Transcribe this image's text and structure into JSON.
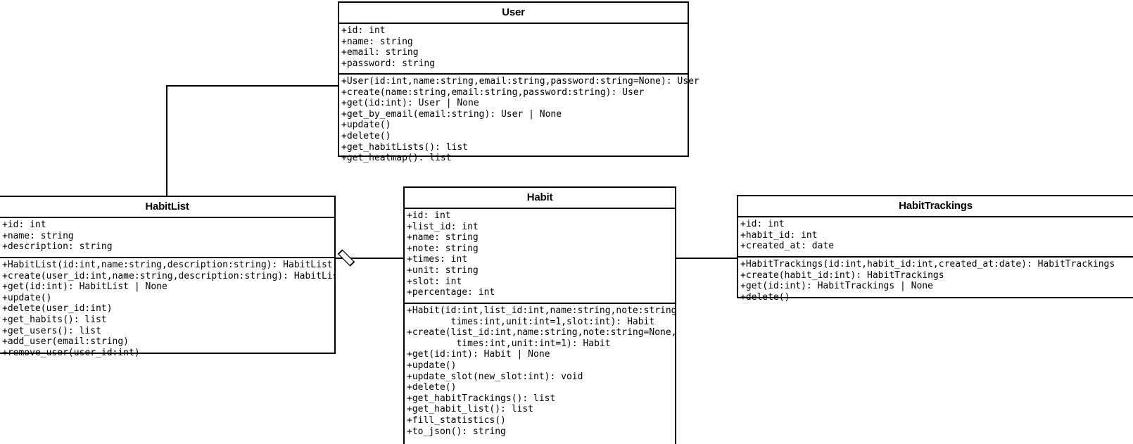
{
  "diagram": {
    "type": "uml-class-diagram",
    "background": "#ffffff",
    "line_color": "#000000"
  },
  "classes": {
    "user": {
      "name": "User",
      "attributes": [
        "+id: int",
        "+name: string",
        "+email: string",
        "+password: string"
      ],
      "methods": [
        "+User(id:int,name:string,email:string,password:string=None): User",
        "+create(name:string,email:string,password:string): User",
        "+get(id:int): User | None",
        "+get_by_email(email:string): User | None",
        "+update()",
        "+delete()",
        "+get_habitLists(): list",
        "+get_heatmap(): list"
      ]
    },
    "habitlist": {
      "name": "HabitList",
      "attributes": [
        "+id: int",
        "+name: string",
        "+description: string"
      ],
      "methods": [
        "+HabitList(id:int,name:string,description:string): HabitList",
        "+create(user_id:int,name:string,description:string): HabitList",
        "+get(id:int): HabitList | None",
        "+update()",
        "+delete(user_id:int)",
        "+get_habits(): list",
        "+get_users(): list",
        "+add_user(email:string)",
        "+remove_user(user_id:int)"
      ]
    },
    "habit": {
      "name": "Habit",
      "attributes": [
        "+id: int",
        "+list_id: int",
        "+name: string",
        "+note: string",
        "+times: int",
        "+unit: string",
        "+slot: int",
        "+percentage: int"
      ],
      "methods": [
        "+Habit(id:int,list_id:int,name:string,note:string,",
        "        times:int,unit:int=1,slot:int): Habit",
        "+create(list_id:int,name:string,note:string=None,",
        "         times:int,unit:int=1): Habit",
        "+get(id:int): Habit | None",
        "+update()",
        "+update_slot(new_slot:int): void",
        "+delete()",
        "+get_habitTrackings(): list",
        "+get_habit_list(): list",
        "+fill_statistics()",
        "+to_json(): string"
      ]
    },
    "habittrackings": {
      "name": "HabitTrackings",
      "attributes": [
        "+id: int",
        "+habit_id: int",
        "+created_at: date"
      ],
      "methods": [
        "+HabitTrackings(id:int,habit_id:int,created_at:date): HabitTrackings",
        "+create(habit_id:int): HabitTrackings",
        "+get(id:int): HabitTrackings | None",
        "+delete()"
      ]
    }
  },
  "relationships": [
    {
      "name": "user-to-habitlist",
      "from": "User",
      "to": "HabitList",
      "style": "orthogonal-line",
      "marker": "none"
    },
    {
      "name": "habitlist-to-habit",
      "from": "HabitList",
      "to": "Habit",
      "style": "straight-line",
      "marker": "open-diamond-aggregation"
    },
    {
      "name": "habit-to-habittrackings",
      "from": "Habit",
      "to": "HabitTrackings",
      "style": "straight-line",
      "marker": "none"
    }
  ]
}
